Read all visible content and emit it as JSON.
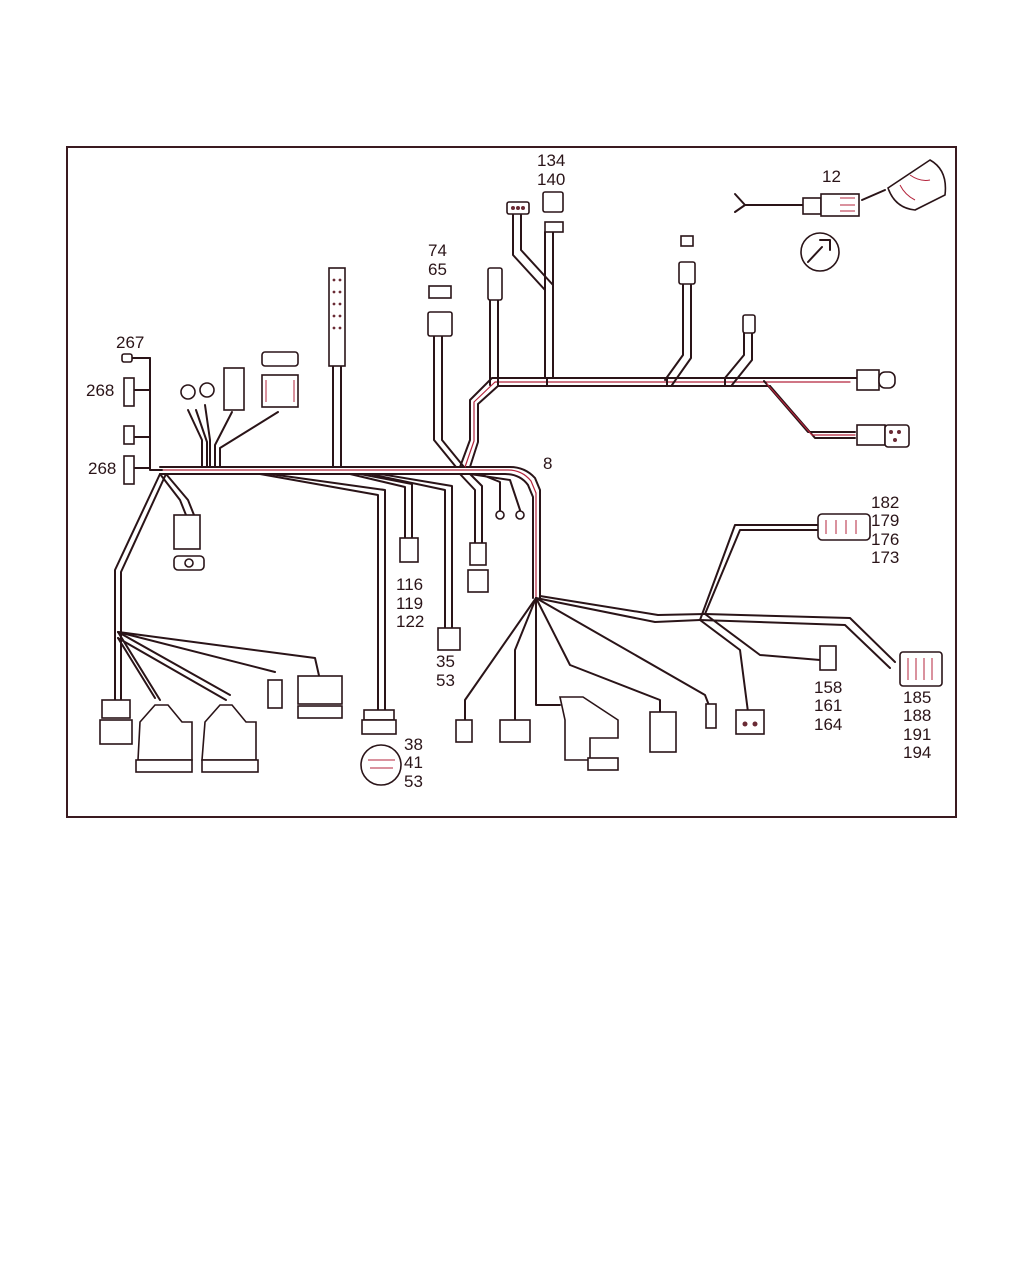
{
  "diagram": {
    "frame": "wiring-harness-diagram",
    "labels": {
      "l_12": "12",
      "l_134": "134",
      "l_140": "140",
      "l_74": "74",
      "l_65": "65",
      "l_267": "267",
      "l_268a": "268",
      "l_268b": "268",
      "l_8": "8",
      "l_182": "182",
      "l_179": "179",
      "l_176": "176",
      "l_173": "173",
      "l_116": "116",
      "l_119": "119",
      "l_122": "122",
      "l_35": "35",
      "l_53a": "53",
      "l_38": "38",
      "l_41": "41",
      "l_53b": "53",
      "l_158": "158",
      "l_161": "161",
      "l_164": "164",
      "l_185": "185",
      "l_188": "188",
      "l_191": "191",
      "l_194": "194"
    },
    "colors": {
      "line": "#2a1418",
      "accent": "#b4243c",
      "background": "#ffffff"
    }
  }
}
